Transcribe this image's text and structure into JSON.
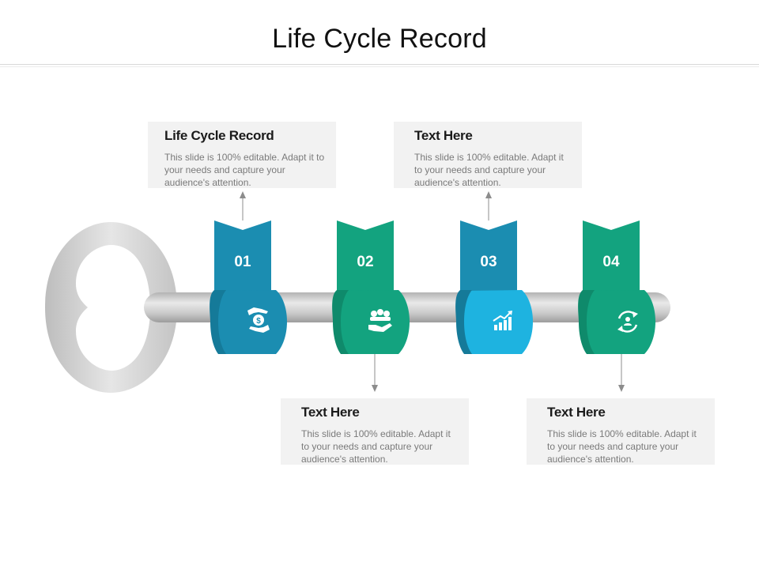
{
  "title": "Life Cycle Record",
  "colors": {
    "blue": "#1b8db1",
    "green": "#13a37f",
    "light_blue": "#1eb3e0",
    "gray": "#f2f2f2"
  },
  "steps": [
    {
      "number": "01",
      "icon": "money-hand-icon",
      "color": "#1b8db1"
    },
    {
      "number": "02",
      "icon": "team-hand-icon",
      "color": "#13a37f"
    },
    {
      "number": "03",
      "icon": "growth-chart-icon",
      "color": "#1b8db1"
    },
    {
      "number": "04",
      "icon": "user-cycle-icon",
      "color": "#13a37f"
    }
  ],
  "callouts": [
    {
      "heading": "Life Cycle Record",
      "text": "This slide is 100% editable. Adapt it to your needs and capture your audience's attention."
    },
    {
      "heading": "Text Here",
      "text": "This slide is 100% editable. Adapt it to your needs and capture your audience's attention."
    },
    {
      "heading": "Text Here",
      "text": "This slide is 100% editable. Adapt it to your needs and capture your audience's attention."
    },
    {
      "heading": "Text Here",
      "text": "This slide is 100% editable. Adapt it to your needs and capture your audience's attention."
    }
  ]
}
